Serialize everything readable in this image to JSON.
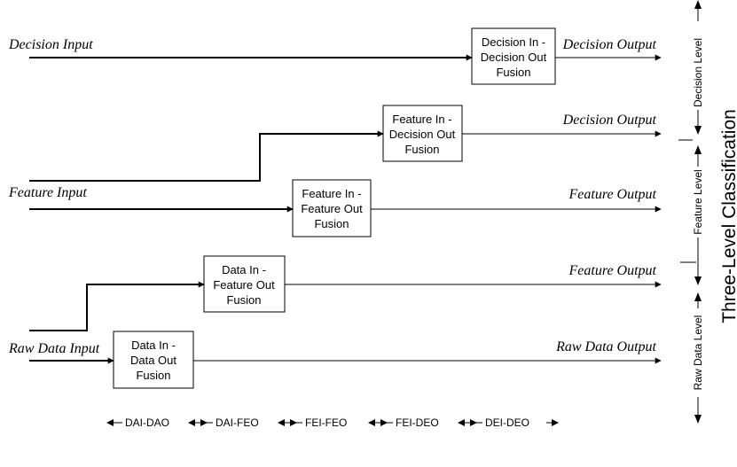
{
  "rows": [
    {
      "id": "decision",
      "input_label": "Decision Input",
      "box_lines": [
        "Decision In -",
        "Decision Out",
        "Fusion"
      ],
      "output_label": "Decision Output"
    },
    {
      "id": "feature-decision",
      "input_label": "",
      "box_lines": [
        "Feature In -",
        "Decision Out",
        "Fusion"
      ],
      "output_label": "Decision Output"
    },
    {
      "id": "feature",
      "input_label": "Feature Input",
      "box_lines": [
        "Feature In -",
        "Feature Out",
        "Fusion"
      ],
      "output_label": "Feature Output"
    },
    {
      "id": "data-feature",
      "input_label": "",
      "box_lines": [
        "Data In -",
        "Feature Out",
        "Fusion"
      ],
      "output_label": "Feature Output"
    },
    {
      "id": "raw",
      "input_label": "Raw Data Input",
      "box_lines": [
        "Data In -",
        "Data Out",
        "Fusion"
      ],
      "output_label": "Raw Data Output"
    }
  ],
  "levels": [
    "Decision Level",
    "Feature Level",
    "Raw Data Level"
  ],
  "classification_title": "Three-Level Classification",
  "legend": [
    "DAI-DAO",
    "DAI-FEO",
    "FEI-FEO",
    "FEI-DEO",
    "DEI-DEO"
  ]
}
